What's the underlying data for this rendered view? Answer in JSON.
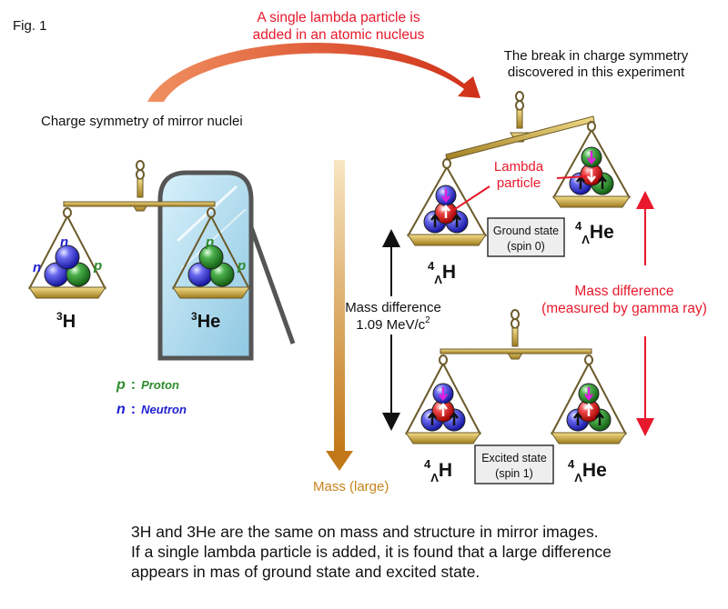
{
  "figure_label": "Fig. 1",
  "lambda_added": {
    "line1": "A single lambda particle is",
    "line2": "added in an atomic nucleus"
  },
  "break_symmetry": {
    "line1": "The break in charge symmetry",
    "line2": "discovered in this experiment"
  },
  "mirror_title": "Charge symmetry of mirror nuclei",
  "left_nuclei": {
    "h3": {
      "sup": "3",
      "sym": "H"
    },
    "he3": {
      "sup": "3",
      "sym": "He"
    },
    "n_label": "n",
    "p_label": "p"
  },
  "legend": {
    "p_symbol": "p",
    "p_text": "Proton",
    "n_symbol": "n",
    "n_text": "Neutron",
    "colon": ":"
  },
  "mass_axis_label": "Mass (large)",
  "lambda_label": {
    "line1": "Lambda",
    "line2": "particle"
  },
  "ground_state": {
    "line1": "Ground state",
    "line2": "(spin 0)"
  },
  "excited_state": {
    "line1": "Excited state",
    "line2": "(spin 1)"
  },
  "hyper_h": {
    "sup": "4",
    "sub": "Λ",
    "sym": "H"
  },
  "hyper_he": {
    "sup": "4",
    "sub": "Λ",
    "sym": "He"
  },
  "mass_diff_left": {
    "line1": "Mass difference",
    "line2": "1.09 MeV/c",
    "sup": "2"
  },
  "mass_diff_right": {
    "line1": "Mass difference",
    "line2": "(measured by gamma ray)"
  },
  "caption": {
    "line1": "3H and 3He are the same on mass and structure in mirror images.",
    "line2": "If a single lambda particle is added, it is found that a large difference",
    "line3": "appears in mas of ground state and excited state."
  },
  "colors": {
    "red": "#e8192c",
    "proton_green": "#2e8b2e",
    "neutron_blue": "#2020d0",
    "gold": "#c9a13a",
    "mass_arrow": "#c8841c",
    "mirror": "#a9d8ee"
  }
}
